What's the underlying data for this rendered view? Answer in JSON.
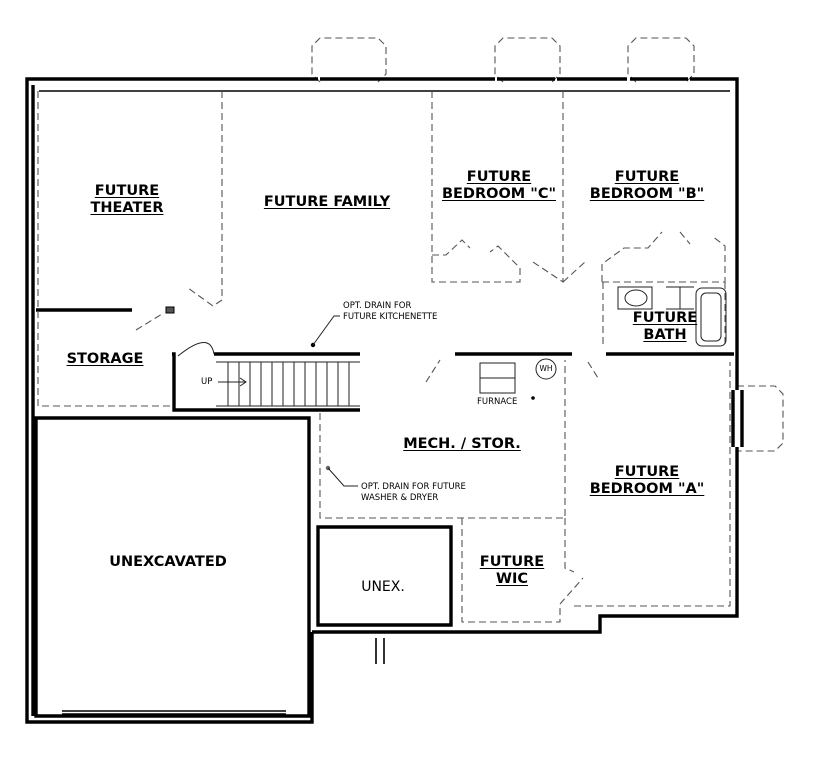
{
  "rooms": {
    "theater": {
      "line1": "FUTURE",
      "line2": "THEATER"
    },
    "family": {
      "label": "FUTURE FAMILY"
    },
    "bedroom_c": {
      "line1": "FUTURE",
      "line2": "BEDROOM \"C\""
    },
    "bedroom_b": {
      "line1": "FUTURE",
      "line2": "BEDROOM \"B\""
    },
    "bath": {
      "line1": "FUTURE",
      "line2": "BATH"
    },
    "storage": {
      "label": "STORAGE"
    },
    "mech": {
      "label": "MECH. / STOR."
    },
    "bedroom_a": {
      "line1": "FUTURE",
      "line2": "BEDROOM \"A\""
    },
    "unexcavated": {
      "label": "UNEXCAVATED"
    },
    "unex": {
      "label": "UNEX."
    },
    "wic": {
      "line1": "FUTURE",
      "line2": "WIC"
    }
  },
  "notes": {
    "kitchenette_drain": {
      "line1": "OPT. DRAIN FOR",
      "line2": "FUTURE KITCHENETTE"
    },
    "washer_drain": {
      "line1": "OPT. DRAIN FOR FUTURE",
      "line2": "WASHER & DRYER"
    },
    "stairs_up": "UP",
    "furnace": "FURNACE",
    "water_heater": "WH"
  }
}
